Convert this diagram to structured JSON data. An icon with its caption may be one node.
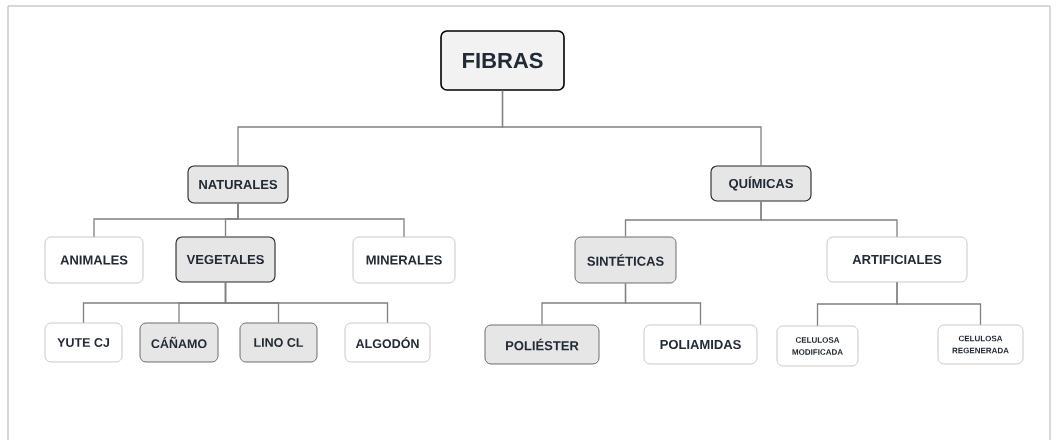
{
  "diagram": {
    "nodes": [
      {
        "text": [
          "FIBRAS"
        ]
      },
      {
        "text": [
          "NATURALES"
        ]
      },
      {
        "text": [
          "QUÍMICAS"
        ]
      },
      {
        "text": [
          "ANIMALES"
        ]
      },
      {
        "text": [
          "VEGETALES"
        ]
      },
      {
        "text": [
          "MINERALES"
        ]
      },
      {
        "text": [
          "SINTÉTICAS"
        ]
      },
      {
        "text": [
          "ARTIFICIALES"
        ]
      },
      {
        "text": [
          "YUTE CJ"
        ]
      },
      {
        "text": [
          "CÁÑAMO"
        ]
      },
      {
        "text": [
          "LINO **CL**"
        ]
      },
      {
        "text": [
          "ALGODÓN"
        ]
      },
      {
        "text": [
          "POLIÉSTER"
        ]
      },
      {
        "text": [
          "POLIAMIDAS"
        ]
      },
      {
        "text": [
          "CELULOSA MODIFICADA"
        ]
      },
      {
        "text": [
          "CELULOSA REGENERADA"
        ]
      }
    ],
    "edges": [
      {
        "from": 0,
        "to": 1,
        "arrow": "none"
      },
      {
        "from": 0,
        "to": 2,
        "arrow": "none"
      },
      {
        "from": 1,
        "to": 3,
        "arrow": "none"
      },
      {
        "from": 1,
        "to": 4,
        "arrow": "none"
      },
      {
        "from": 1,
        "to": 5,
        "arrow": "none"
      },
      {
        "from": 2,
        "to": 6,
        "arrow": "none"
      },
      {
        "from": 2,
        "to": 7,
        "arrow": "none"
      },
      {
        "from": 4,
        "to": 8,
        "arrow": "none"
      },
      {
        "from": 4,
        "to": 9,
        "arrow": "none"
      },
      {
        "from": 4,
        "to": 10,
        "arrow": "none"
      },
      {
        "from": 4,
        "to": 11,
        "arrow": "none"
      },
      {
        "from": 6,
        "to": 12,
        "arrow": "none"
      },
      {
        "from": 6,
        "to": 13,
        "arrow": "none"
      },
      {
        "from": 7,
        "to": 14,
        "arrow": "none"
      },
      {
        "from": 7,
        "to": 15,
        "arrow": "none"
      }
    ]
  }
}
